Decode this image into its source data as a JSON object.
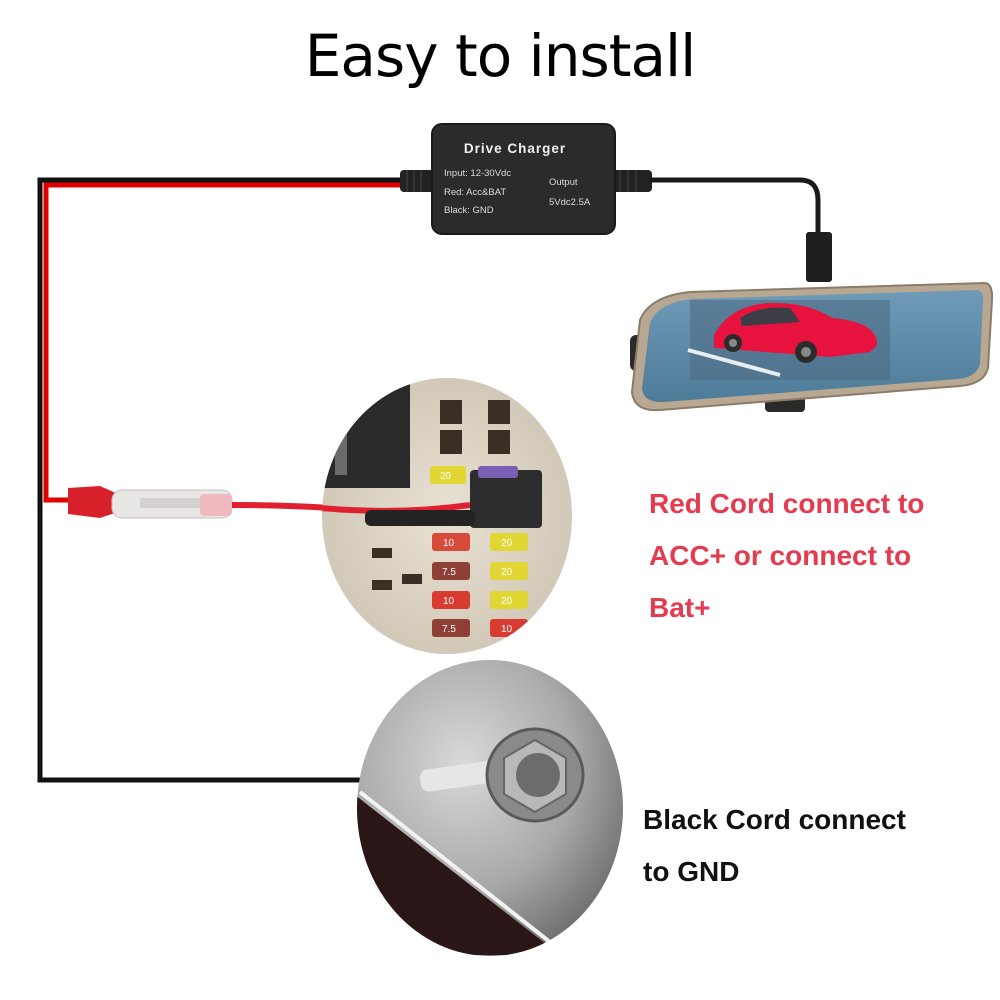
{
  "title": "Easy to install",
  "charger": {
    "name": "Drive Charger",
    "input": "Input: 12-30Vdc",
    "red": "Red: Acc&BAT",
    "black": "Black: GND",
    "output_label": "Output",
    "output_value": "5Vdc2.5A"
  },
  "fuse_labels": [
    "20",
    "10",
    "20",
    "7.5",
    "20",
    "10",
    "20",
    "7.5",
    "10"
  ],
  "notes": {
    "red_cord": [
      "Red Cord connect to",
      "ACC+ or connect to",
      "Bat+"
    ],
    "black_cord": [
      "Black Cord connect",
      "to GND"
    ]
  },
  "colors": {
    "red_wire": "#e00000",
    "black_wire": "#111111",
    "red_text": "#e63a4e",
    "black_text": "#111111",
    "charger_body": "#2b2b2b"
  }
}
